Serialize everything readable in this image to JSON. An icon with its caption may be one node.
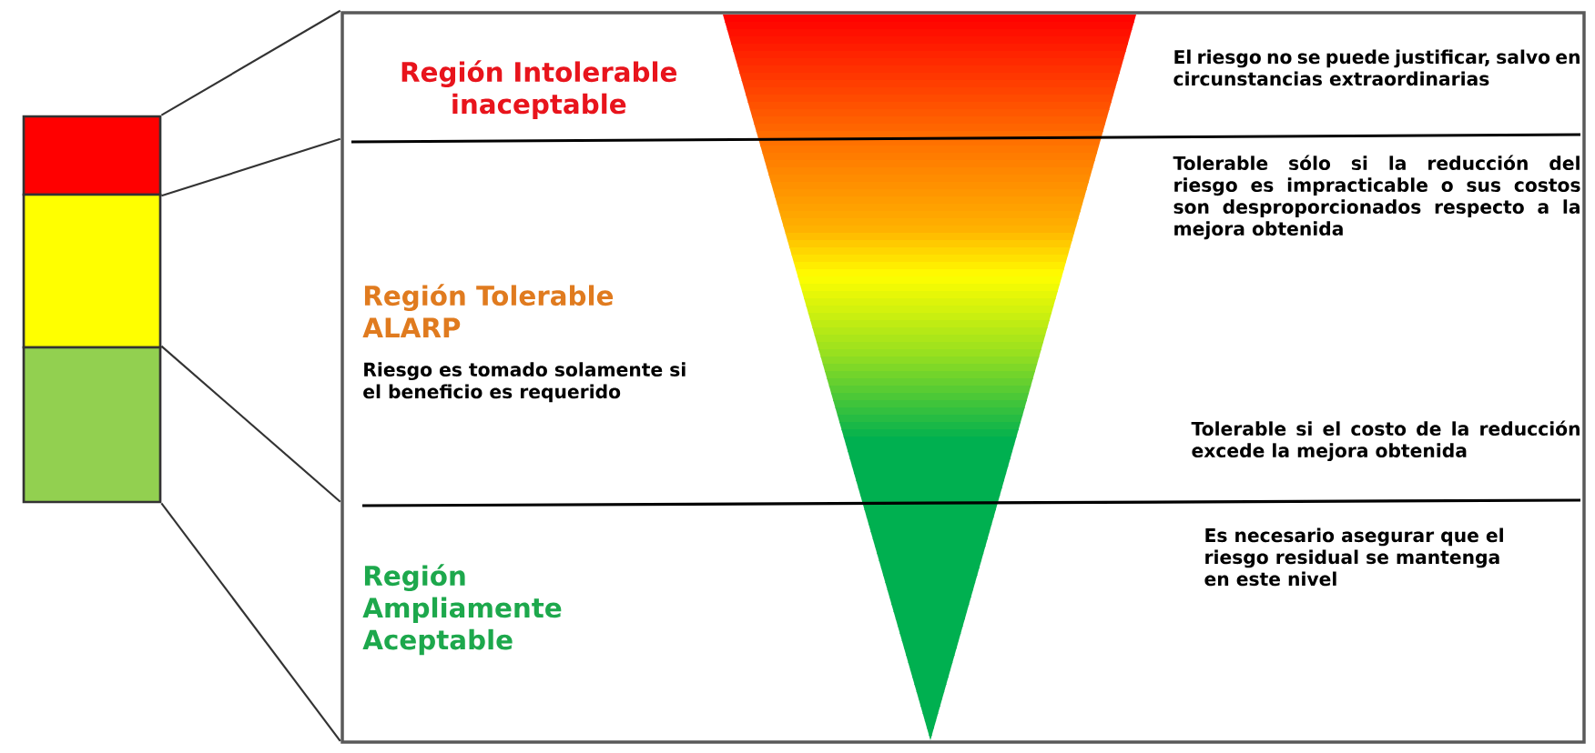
{
  "diagram": {
    "nodes": [
      {
        "text": [],
        "shape": "box"
      },
      {
        "text": [],
        "shape": "box"
      },
      {
        "text": [],
        "shape": "box"
      },
      {
        "text": [],
        "shape": "box"
      },
      {
        "text": [
          "Región Intolerable inaceptable"
        ],
        "in": 3
      },
      {
        "text": [
          "Región Tolerable ALARP",
          "Riesgo es tomado solamente si el beneficio es requerido"
        ],
        "in": 3
      },
      {
        "text": [
          "Región Ampliamente Aceptable"
        ],
        "in": 3
      }
    ],
    "edges": [
      {
        "from": 0,
        "to": 4,
        "arrow": "none"
      },
      {
        "from": 0,
        "to": 4,
        "arrow": "none"
      },
      {
        "from": 2,
        "to": 6,
        "arrow": "none"
      },
      {
        "from": 2,
        "to": 6,
        "arrow": "none"
      }
    ],
    "labels": [
      "El riesgo no se puede justificar, salvo en circunstancias extraordinarias",
      "Tolerable sólo si la reducción del riesgo es impracticable o sus costos son desproporcionados respecto a la mejora obtenida",
      "Tolerable si el costo de la reducción excede la mejora obtenida",
      "Es necesario asegurar que el riesgo residual se mantenga en este nivel"
    ]
  }
}
